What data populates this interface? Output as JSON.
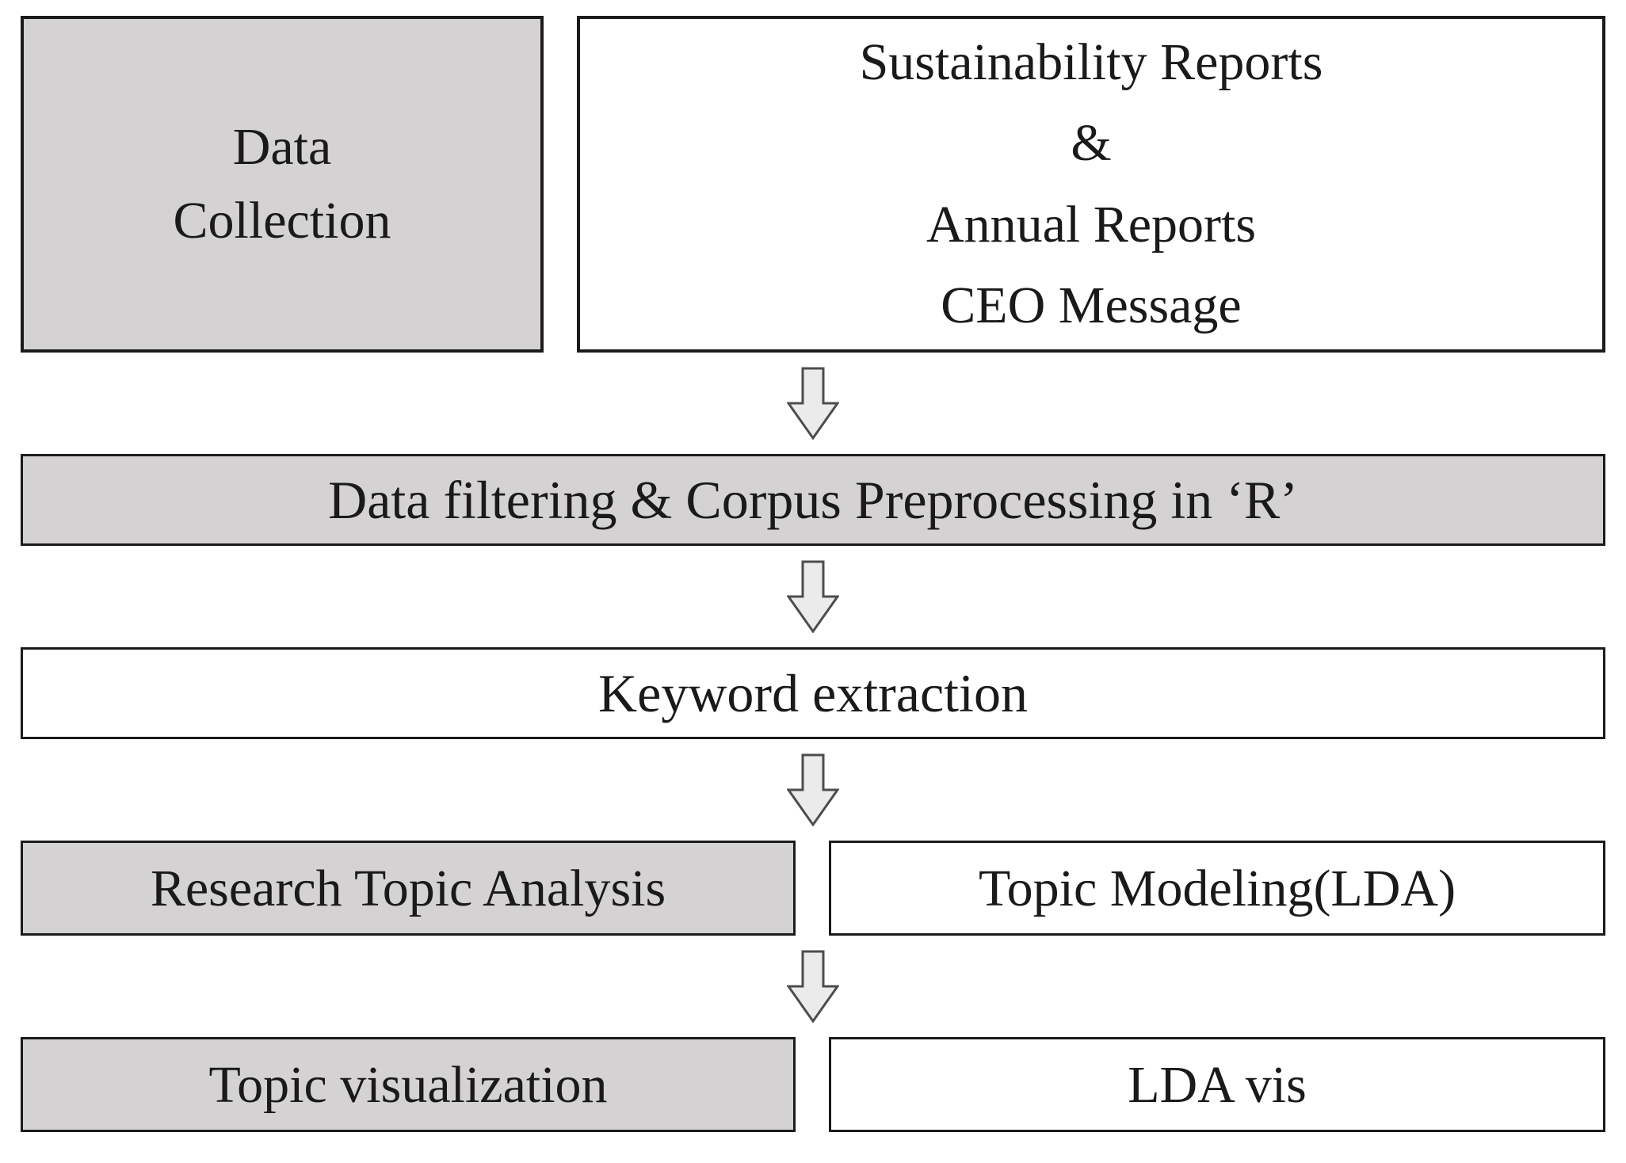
{
  "colors": {
    "gray_fill": "#d4d2d2",
    "white_fill": "#ffffff",
    "border": "#1b1b1b",
    "arrow_fill": "#ebebeb",
    "arrow_stroke": "#4d4d4d"
  },
  "flow": {
    "data_collection": "Data\nCollection",
    "sources": {
      "line1": "Sustainability Reports",
      "line2": "&",
      "line3": "Annual Reports",
      "line4": "CEO Message"
    },
    "preprocessing": "Data filtering & Corpus Preprocessing in ‘R’",
    "keyword_extraction": "Keyword extraction",
    "topic_analysis": "Research Topic Analysis",
    "topic_modeling": "Topic Modeling(LDA)",
    "topic_visualization": "Topic visualization",
    "lda_vis": "LDA vis"
  }
}
